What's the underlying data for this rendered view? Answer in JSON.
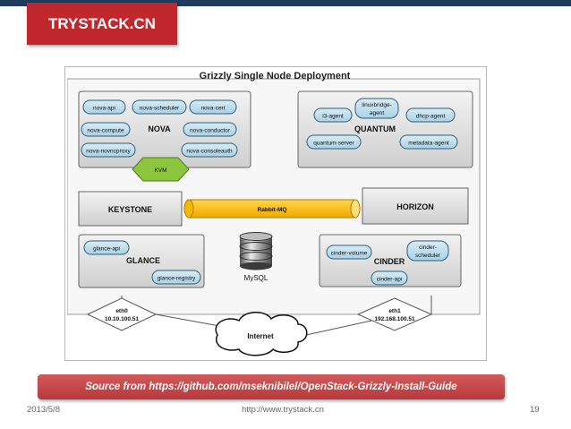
{
  "brand": {
    "logo_text": "TRYSTACK.CN"
  },
  "diagram": {
    "title": "Grizzly Single Node Deployment",
    "nova": {
      "label": "NOVA",
      "services": [
        "nova-api",
        "nova-scheduler",
        "nova-cert",
        "nova-compute",
        "nova-conductor",
        "nova-novncproxy",
        "nova-consoleauth"
      ]
    },
    "kvm": "KVM",
    "quantum": {
      "label": "QUANTUM",
      "services": [
        "linuxbridge-agent",
        "l3-agent",
        "dhcp-agent",
        "quantum-server",
        "metadata-agent"
      ]
    },
    "keystone": "KEYSTONE",
    "rabbit": "Rabbit-MQ",
    "horizon": "HORIZON",
    "glance": {
      "label": "GLANCE",
      "services": [
        "glance-api",
        "glance-registry"
      ]
    },
    "mysql": "MySQL",
    "cinder": {
      "label": "CINDER",
      "services": [
        "cinder-volume",
        "cinder-scheduler",
        "cinder-api"
      ]
    },
    "eth0": {
      "name": "eth0",
      "ip": "10.10.100.51"
    },
    "eth1": {
      "name": "eth1",
      "ip": "192.168.100.51"
    },
    "internet": "Internet"
  },
  "source": "Source from  https://github.com/mseknibilel/OpenStack-Grizzly-Install-Guide",
  "footer": {
    "date": "2013/5/8",
    "url": "http://www.trystack.cn",
    "page": "19"
  }
}
